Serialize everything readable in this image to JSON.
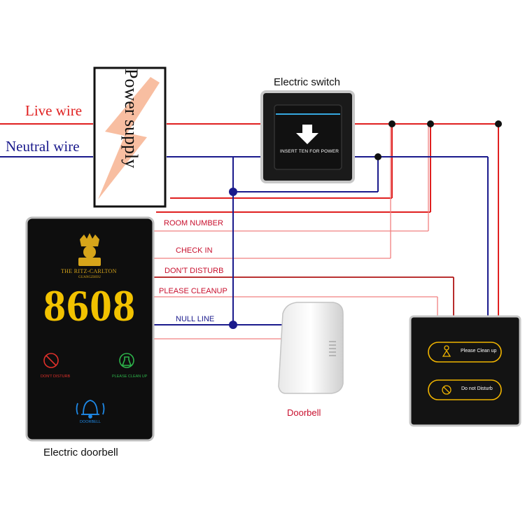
{
  "power_supply": {
    "live_wire": "Live wire",
    "neutral_wire": "Neutral wire",
    "label": "Power supply"
  },
  "electric_switch": {
    "title": "Electric switch",
    "slot_text": "INSERT TEN FOR POWER"
  },
  "doorbell_panel": {
    "brand": "THE RITZ-CARLTON",
    "brand_sub": "GUANGZHOU",
    "room_number": "8608",
    "buttons": [
      {
        "label": "DON'T DISTURB",
        "icon": "do-not-disturb-icon",
        "color": "#e0302a"
      },
      {
        "label": "PLEASE CLEAN UP",
        "icon": "clean-up-icon",
        "color": "#2db34a"
      },
      {
        "label": "DOORBELL",
        "icon": "bell-icon",
        "color": "#1e88e5"
      }
    ],
    "caption": "Electric doorbell"
  },
  "wire_labels": [
    "ROOM NUMBER",
    "CHECK IN",
    "DON'T DISTURB",
    "PLEASE CLEANUP",
    "NULL LINE"
  ],
  "doorbell": {
    "caption": "Doorbell"
  },
  "indoor_panel": {
    "buttons": [
      {
        "label": "Please Clean up",
        "icon": "cleaning-person-icon"
      },
      {
        "label": "Do not Disturb",
        "icon": "no-disturb-icon"
      }
    ]
  },
  "colors": {
    "live": "#e02020",
    "neutral": "#1a1a8c",
    "panel_gold": "#f0b400"
  }
}
